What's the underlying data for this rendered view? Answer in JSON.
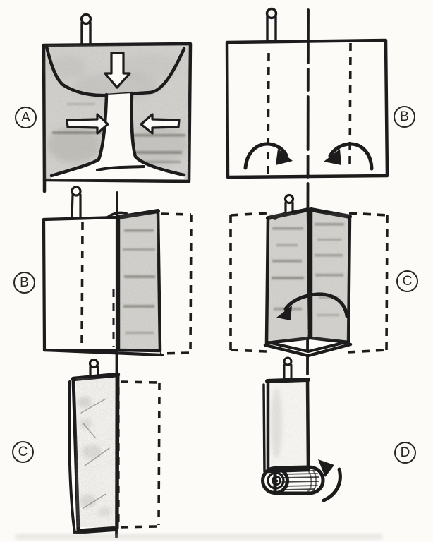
{
  "figure": {
    "colors": {
      "background": "#fcfbf8",
      "ink": "#1c1c1c",
      "paper_gray": "#d6d5d1",
      "paper_gray_dark": "#a8a7a3"
    },
    "icons": [
      "stick-icon",
      "down-arrow-icon",
      "inward-arrow-left-icon",
      "inward-arrow-right-icon",
      "fold-arrow-icon",
      "roll-arrow-icon",
      "fold-dashed-line",
      "ghost-outline",
      "paper-roll-icon"
    ]
  },
  "steps": [
    {
      "label": "A",
      "position": "top-left",
      "label_side": "left"
    },
    {
      "label": "B",
      "position": "top-right",
      "label_side": "right"
    },
    {
      "label": "B",
      "position": "middle-left",
      "label_side": "left"
    },
    {
      "label": "C",
      "position": "middle-right",
      "label_side": "right"
    },
    {
      "label": "C",
      "position": "bottom-left",
      "label_side": "left"
    },
    {
      "label": "D",
      "position": "bottom-right",
      "label_side": "right"
    }
  ]
}
